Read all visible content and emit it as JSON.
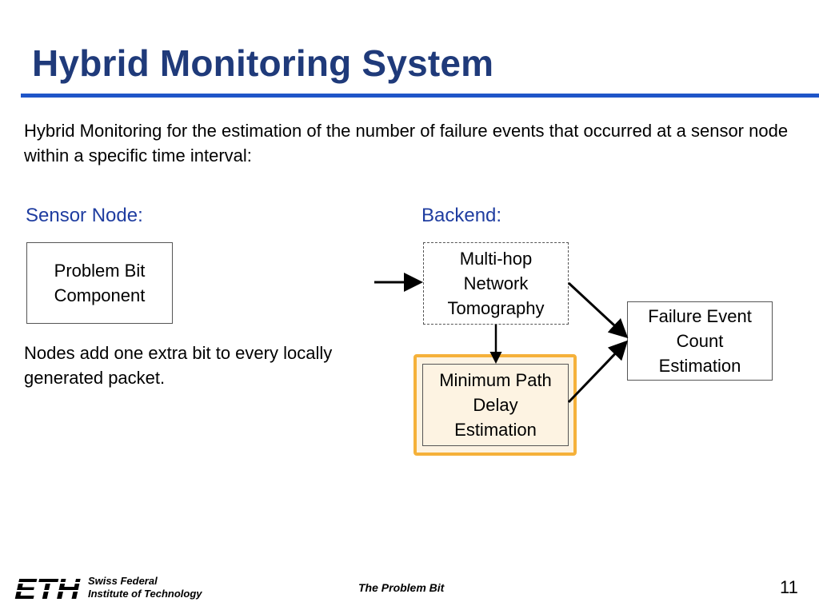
{
  "slide": {
    "title": "Hybrid Monitoring System",
    "intro": "Hybrid Monitoring for the estimation of the number of failure events that occurred at a sensor node within a specific time interval:"
  },
  "sensor": {
    "label": "Sensor Node:",
    "box_text": "Problem Bit Component",
    "note": "Nodes add one extra bit to every locally generated packet."
  },
  "backend": {
    "label": "Backend:",
    "tomography": "Multi-hop Network Tomography",
    "delay": "Minimum Path Delay Estimation",
    "failure": "Failure Event Count Estimation"
  },
  "colors": {
    "title": "#1f3a7a",
    "rule": "#1f55c8",
    "section_label": "#1f3da0",
    "highlight_border": "#f5b13a",
    "highlight_fill": "#fdf3e2"
  },
  "footer": {
    "logo_text": "ETH",
    "institution_line1": "Swiss Federal",
    "institution_line2": "Institute of Technology",
    "center_text": "The Problem Bit",
    "page_number": "11"
  }
}
